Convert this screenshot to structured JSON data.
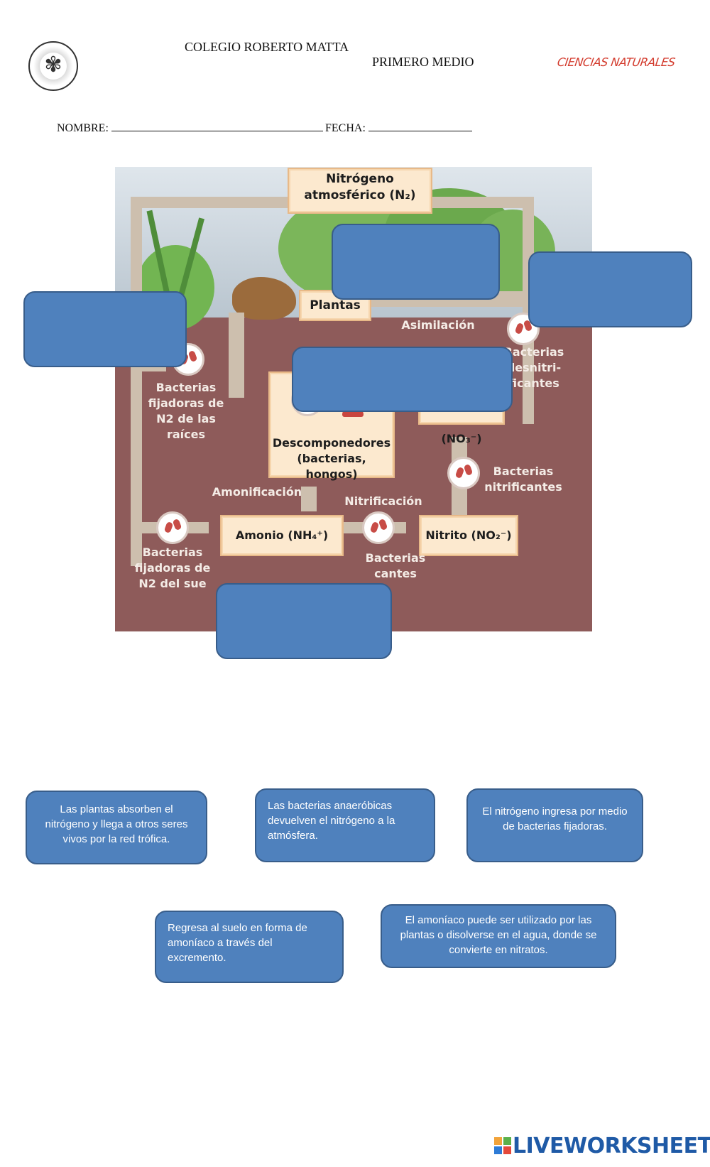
{
  "header": {
    "school": "COLEGIO ROBERTO MATTA",
    "grade": "PRIMERO MEDIO",
    "subject": "CIENCIAS NATURALES",
    "name_label": "NOMBRE:",
    "date_label": "FECHA:"
  },
  "diagram": {
    "atmospheric_line1": "Nitrógeno",
    "atmospheric_line2": "atmosférico (N₂)",
    "plantas": "Plantas",
    "asimilacion": "Asimilación",
    "bacterias_desnitrificantes": "Bacterias desnitri- ficantes",
    "bacterias_fijadoras_raices": "Bacterias fijadoras de N2 de las raíces",
    "nitrato": "Nitrato (NO₃⁻)",
    "descomponedores": "Descomponedores (bacterias, hongos)",
    "bacterias_nitrificantes": "Bacterias nitrificantes",
    "amonificacion": "Amonificación",
    "nitrificacion": "Nitrificación",
    "amonio": "Amonio (NH₄⁺)",
    "nitrito": "Nitrito (NO₂⁻)",
    "bacterias_fijadoras_suelo": "Bacterias fijadoras de N2 del sue",
    "bacterias_nitrificantes_2": "Bacterias cantes"
  },
  "cards": [
    "Las plantas absorben el nitrógeno y llega a otros seres vivos por la red trófica.",
    "Las bacterias anaeróbicas devuelven el nitrógeno a la atmósfera.",
    "El nitrógeno ingresa por medio de bacterias fijadoras.",
    "Regresa al suelo en forma de amoníaco a través del excremento.",
    "El amoníaco puede ser utilizado por las plantas o disolverse en el agua, donde se convierte en nitratos."
  ],
  "footer": {
    "brand": "LIVEWORKSHEETS"
  }
}
